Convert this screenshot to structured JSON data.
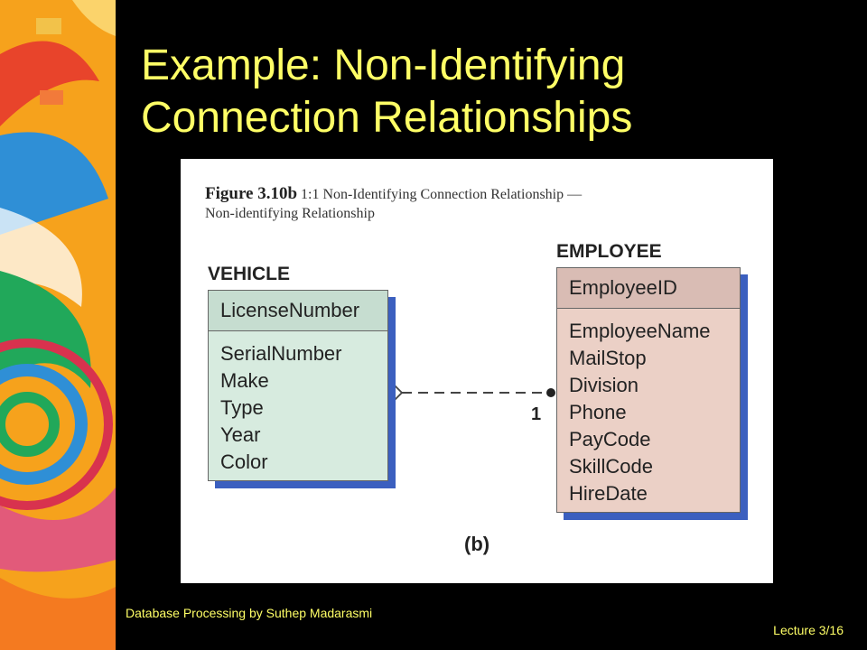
{
  "slide": {
    "title_line1": "Example: Non-Identifying",
    "title_line2": "Connection Relationships",
    "footer_left": "Database Processing by Suthep Madarasmi",
    "footer_right": "Lecture 3/16"
  },
  "figure": {
    "number": "Figure 3.10b",
    "caption_line1": "1:1 Non-Identifying Connection Relationship —",
    "caption_line2": "Non-identifying Relationship",
    "part_label": "(b)",
    "cardinality_label": "1"
  },
  "entities": {
    "vehicle": {
      "name": "VEHICLE",
      "key": "LicenseNumber",
      "attributes": [
        "SerialNumber",
        "Make",
        "Type",
        "Year",
        "Color"
      ]
    },
    "employee": {
      "name": "EMPLOYEE",
      "key": "EmployeeID",
      "attributes": [
        "EmployeeName",
        "MailStop",
        "Division",
        "Phone",
        "PayCode",
        "SkillCode",
        "HireDate"
      ]
    }
  },
  "colors": {
    "title": "#ffff66",
    "vehicle_fill": "#d7ebdf",
    "employee_fill": "#ebd0c6",
    "shadow": "#3b5fbf"
  }
}
